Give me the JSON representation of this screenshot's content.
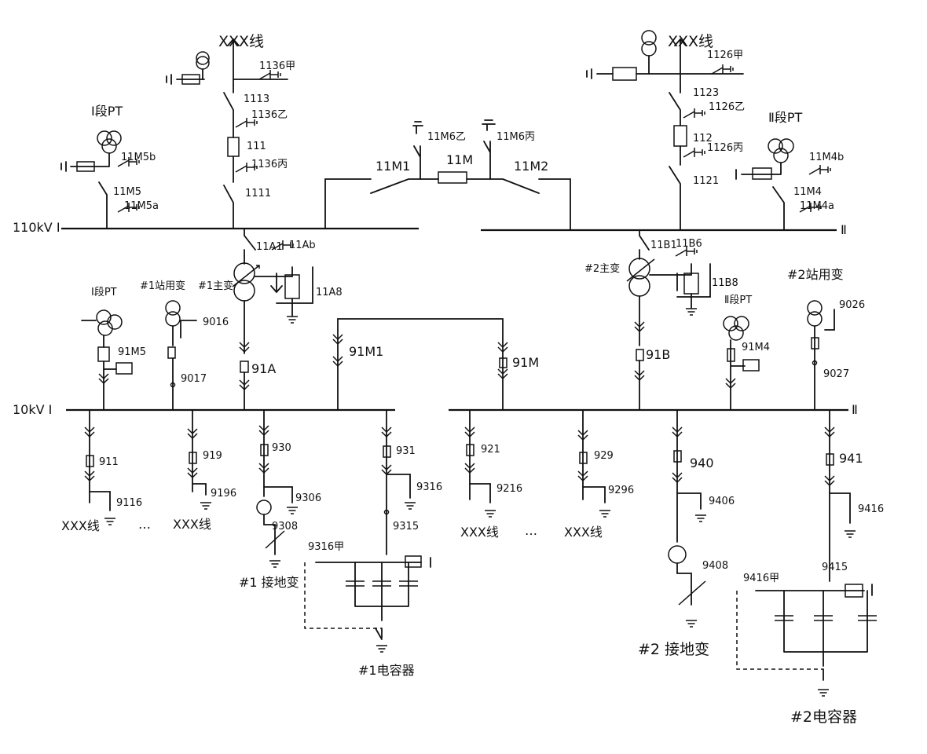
{
  "bus_labels": {
    "hv_1": "110kV Ⅰ",
    "hv_2": "Ⅱ",
    "lv_1": "10kV Ⅰ",
    "lv_2": "Ⅱ"
  },
  "top_left": {
    "line": "XXX线",
    "a1136jia": "1136甲",
    "a1113": "1113",
    "a1136yi": "1136乙",
    "a111": "111",
    "a1136bing": "1136丙",
    "a1111": "1111"
  },
  "top_right": {
    "line": "XXX线",
    "a1126jia": "1126甲",
    "a1123": "1123",
    "a1126yi": "1126乙",
    "a112": "112",
    "a1126bing": "1126丙",
    "a1121": "1121"
  },
  "pt_left": {
    "name": "Ⅰ段PT",
    "a11m5b": "11M5b",
    "a11m5": "11M5",
    "a11m5a": "11M5a"
  },
  "pt_right": {
    "name": "Ⅱ段PT",
    "a11m4b": "11M4b",
    "a11m4": "11M4",
    "a11m4a": "11M4a"
  },
  "bus_tie": {
    "a11m6yi": "11M6乙",
    "a11m6bing": "11M6丙",
    "a11m1": "11M1",
    "a11m": "11M",
    "a11m2": "11M2"
  },
  "tx1": {
    "name": "#1主变",
    "a11a1": "11A1",
    "a11ab": "11Ab",
    "a11a8": "11A8",
    "a91a": "91A"
  },
  "tx2": {
    "name": "#2主变",
    "a11b1": "11B1",
    "a11b6": "11B6",
    "a11b8": "11B8",
    "a91b": "91B"
  },
  "lv_left": {
    "pt": "Ⅰ段PT",
    "a91m5": "91M5",
    "station": "#1站用变",
    "a9016": "9016",
    "a9017": "9017",
    "a91m1": "91M1",
    "a91m": "91M"
  },
  "lv_right": {
    "pt": "Ⅱ段PT",
    "a91m4": "91M4",
    "station": "#2站用变",
    "a9026": "9026",
    "a9027": "9027"
  },
  "feeders_left": {
    "a911": "911",
    "a9116": "9116",
    "a919": "919",
    "a9196": "9196",
    "line1": "XXX线",
    "line2": "XXX线",
    "dots": "…"
  },
  "feeders_right": {
    "a921": "921",
    "a9216": "9216",
    "a929": "929",
    "a9296": "9296",
    "line1": "XXX线",
    "line2": "XXX线",
    "dots": "…"
  },
  "ground_tx1": {
    "a930": "930",
    "a9306": "9306",
    "a9308": "9308",
    "name": "#1 接地变"
  },
  "cap1": {
    "a931": "931",
    "a9316": "9316",
    "a9315": "9315",
    "a9316jia": "9316甲",
    "name": "#1电容器"
  },
  "ground_tx2": {
    "a940": "940",
    "a9406": "9406",
    "a9408": "9408",
    "name": "#2 接地变"
  },
  "cap2": {
    "a941": "941",
    "a9416": "9416",
    "a9415": "9415",
    "a9416jia": "9416甲",
    "name": "#2电容器"
  }
}
